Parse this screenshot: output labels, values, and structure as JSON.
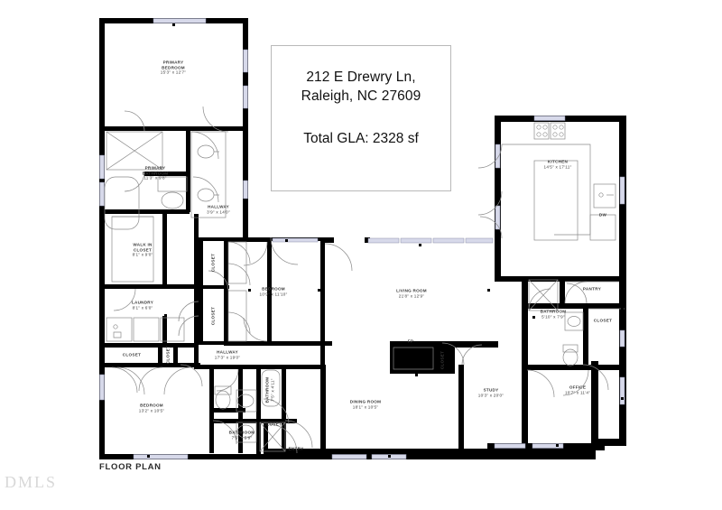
{
  "document": {
    "caption": "FLOOR PLAN",
    "watermark": "DMLS"
  },
  "title_card": {
    "address_line1": "212 E Drewry Ln,",
    "address_line2": "Raleigh, NC 27609",
    "gla": "Total GLA: 2328 sf"
  },
  "rooms": [
    {
      "key": "primary_bedroom",
      "name_line1": "PRIMARY",
      "name_line2": "BEDROOM",
      "dimensions": "15'3\" x 12'7\""
    },
    {
      "key": "primary_bathroom",
      "name_line1": "PRIMARY",
      "name_line2": "BATHROOM",
      "dimensions": "11'3\" x 9'8\""
    },
    {
      "key": "walk_in_closet",
      "name_line1": "WALK IN",
      "name_line2": "CLOSET",
      "dimensions": "8'1\" x 9'0\""
    },
    {
      "key": "laundry",
      "name_line1": "LAUNDRY",
      "name_line2": "",
      "dimensions": "8'1\" x 6'0\""
    },
    {
      "key": "hallway_top",
      "name_line1": "HALLWAY",
      "name_line2": "",
      "dimensions": "3'9\" x 14'0\""
    },
    {
      "key": "hallway_main",
      "name_line1": "HALLWAY",
      "name_line2": "",
      "dimensions": "17'3\" x 19'0\""
    },
    {
      "key": "bedroom_center",
      "name_line1": "BEDROOM",
      "name_line2": "",
      "dimensions": "10'9\" x 11'10\""
    },
    {
      "key": "bedroom_lower_left",
      "name_line1": "BEDROOM",
      "name_line2": "",
      "dimensions": "13'2\" x 10'5\""
    },
    {
      "key": "living_room",
      "name_line1": "LIVING ROOM",
      "name_line2": "",
      "dimensions": "21'8\" x 12'9\""
    },
    {
      "key": "dining_room",
      "name_line1": "DINING ROOM",
      "name_line2": "",
      "dimensions": "18'1\" x 10'5\""
    },
    {
      "key": "kitchen",
      "name_line1": "KITCHEN",
      "name_line2": "",
      "dimensions": "14'5\" x 17'11\""
    },
    {
      "key": "study",
      "name_line1": "STUDY",
      "name_line2": "",
      "dimensions": "10'3\" x 20'0\""
    },
    {
      "key": "office",
      "name_line1": "OFFICE",
      "name_line2": "",
      "dimensions": "10'7\" x 11'4\""
    },
    {
      "key": "bathroom_right",
      "name_line1": "BATHROOM",
      "name_line2": "",
      "dimensions": "5'10\" x 7'9\""
    },
    {
      "key": "bathroom_hall",
      "name_line1": "BATHROOM",
      "name_line2": "",
      "dimensions": "7'5\" x 4'11\""
    },
    {
      "key": "bathroom_lower",
      "name_line1": "BATHROOM",
      "name_line2": "",
      "dimensions": "7'5\" x 5'9\""
    }
  ],
  "tags": [
    {
      "key": "closet_hall_upper",
      "label": "CLOSET"
    },
    {
      "key": "closet_hall_lower",
      "label": "CLOSET"
    },
    {
      "key": "closet_left",
      "label": "CLOSET"
    },
    {
      "key": "closet_left_narrow",
      "label": "CLOSET"
    },
    {
      "key": "closet_fireplace",
      "label": "CLOSET"
    },
    {
      "key": "closet_bath_lower",
      "label": "CLOSET"
    },
    {
      "key": "closet_pantry_right",
      "label": "CLOSET"
    },
    {
      "key": "pantry",
      "label": "PANTRY"
    },
    {
      "key": "entry",
      "label": "ENTRY"
    },
    {
      "key": "fireplace",
      "label": "FP"
    },
    {
      "key": "dishwasher",
      "label": "DW"
    }
  ],
  "colors": {
    "wall": "#000000",
    "interior": "#ffffff",
    "fixture_line": "#8a8a8a",
    "window_fill": "#d7d9ea",
    "label_text": "#3a3a3a",
    "card_border": "#b9b9b9",
    "watermark": "#d8d8d8"
  }
}
